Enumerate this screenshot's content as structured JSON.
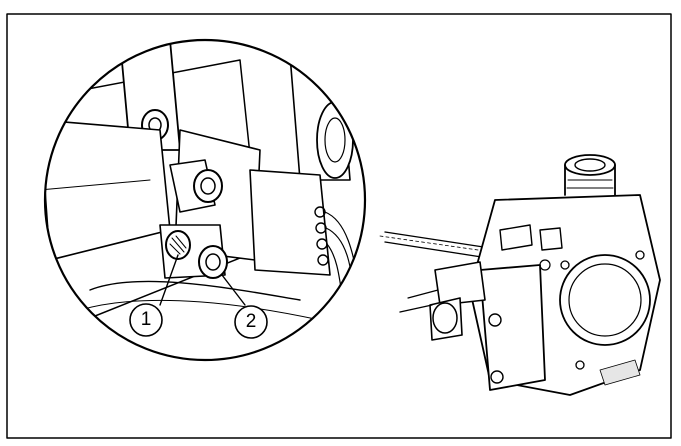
{
  "figure": {
    "callouts": [
      {
        "id": "1",
        "label": "1"
      },
      {
        "id": "2",
        "label": "2"
      }
    ]
  },
  "colors": {
    "ink": "#000000",
    "paper": "#ffffff",
    "shade": "#e6e6e6"
  }
}
